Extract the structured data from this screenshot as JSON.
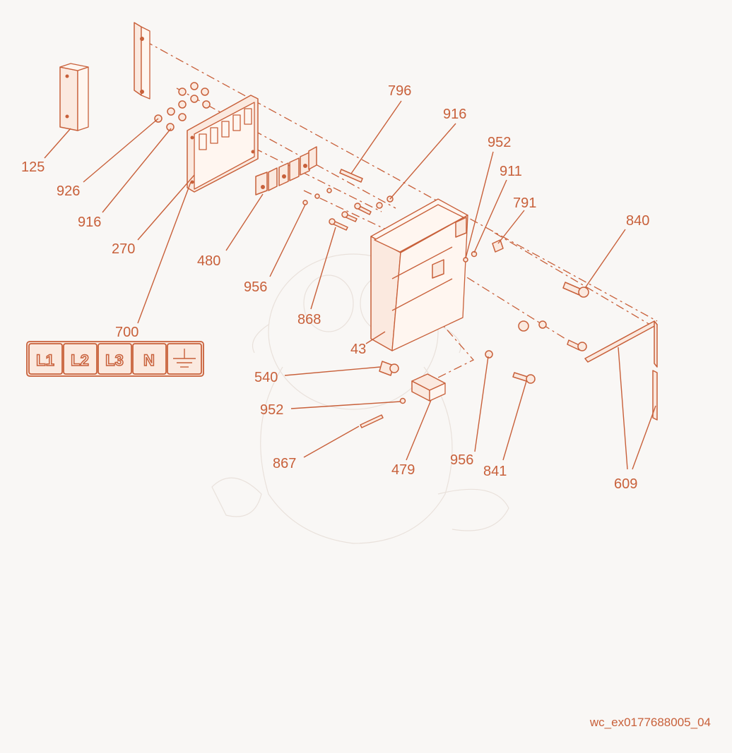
{
  "diagram": {
    "labels": {
      "p125": "125",
      "p926": "926",
      "p916a": "916",
      "p270": "270",
      "p480": "480",
      "p956a": "956",
      "p868": "868",
      "p700": "700",
      "p43": "43",
      "p796": "796",
      "p916b": "916",
      "p952a": "952",
      "p911": "911",
      "p791": "791",
      "p840": "840",
      "p540": "540",
      "p952b": "952",
      "p867": "867",
      "p479": "479",
      "p956b": "956",
      "p841": "841",
      "p609": "609"
    },
    "terminal_strip": [
      "L1",
      "L2",
      "L3",
      "N"
    ],
    "terminal_ground_icon": "earth-ground-icon",
    "drawing_code": "wc_ex0177688005_04",
    "accent_color": "#c8603a",
    "fill_color": "#fbe9df"
  }
}
